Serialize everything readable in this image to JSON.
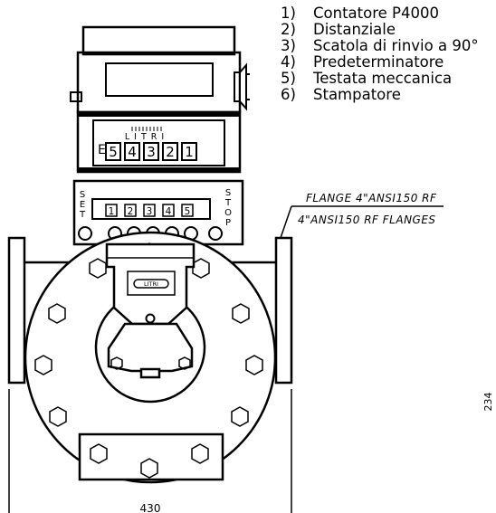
{
  "legend": [
    {
      "num": "1)",
      "label": "Contatore P4000"
    },
    {
      "num": "2)",
      "label": "Distanziale"
    },
    {
      "num": "3)",
      "label": "Scatola di rinvio a 90°"
    },
    {
      "num": "4)",
      "label": "Predeterminatore"
    },
    {
      "num": "5)",
      "label": "Testata meccanica"
    },
    {
      "num": "6)",
      "label": "Stampatore"
    }
  ],
  "register": {
    "unit_label": "LITRI",
    "digits": [
      "5",
      "4",
      "3",
      "2",
      "1"
    ],
    "partial_left": "E"
  },
  "preset": {
    "left_label": [
      "S",
      "E",
      "T"
    ],
    "right_label": [
      "S",
      "T",
      "O",
      "P"
    ],
    "keys": [
      "1",
      "2",
      "3",
      "4",
      "5"
    ]
  },
  "callouts": {
    "flange_it": "FLANGE 4\"ANSI150 RF",
    "flange_en": "4\"ANSI150 RF FLANGES"
  },
  "dimensions": {
    "width": "430",
    "height": "234"
  }
}
